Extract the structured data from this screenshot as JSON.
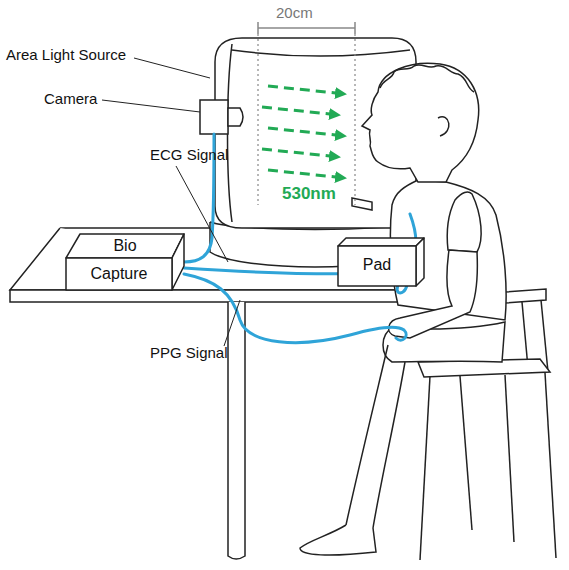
{
  "diagram": {
    "nodes": [
      {
        "text": [
          "Pad"
        ]
      },
      {
        "text": [
          "Bio",
          "Capture"
        ]
      }
    ],
    "labels": [
      "20cm",
      "Area Light Source",
      "Camera",
      "ECG Signal",
      "530nm",
      "PPG Signal"
    ]
  }
}
